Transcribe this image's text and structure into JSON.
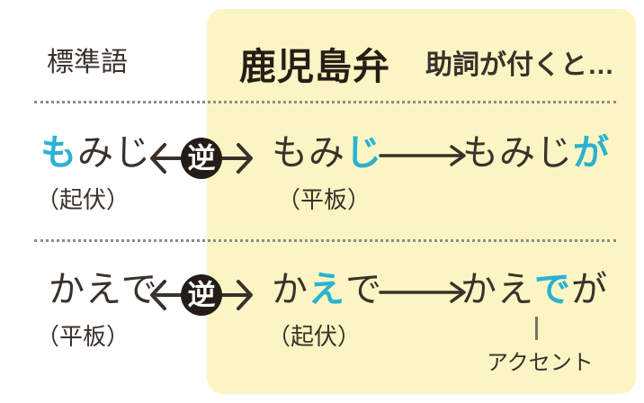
{
  "header": {
    "standard_label": "標準語",
    "dialect_title": "鹿児島弁",
    "particle_note": "助詞が付くと…"
  },
  "colors": {
    "accent": "#29b2d1",
    "panel": "#fbf5c3",
    "ink": "#3a312b",
    "title_ink": "#261e16",
    "badge": "#241c16",
    "divider": "#8f8b84",
    "pointer": "#7b7265"
  },
  "rows": [
    {
      "swap_label": "逆",
      "standard": {
        "pre": "",
        "accent": "も",
        "post": "みじ",
        "reading": "（起伏）"
      },
      "dialect": {
        "pre": "もみ",
        "accent": "じ",
        "post": "",
        "reading": "（平板）"
      },
      "particle": {
        "pre": "もみじ",
        "accent": "が",
        "post": ""
      }
    },
    {
      "swap_label": "逆",
      "standard": {
        "pre": "かえで",
        "accent": "",
        "post": "",
        "reading": "（平板）"
      },
      "dialect": {
        "pre": "か",
        "accent": "え",
        "post": "で",
        "reading": "（起伏）"
      },
      "particle": {
        "pre": "かえ",
        "accent": "で",
        "post": "が",
        "annotation": "アクセント"
      }
    }
  ]
}
